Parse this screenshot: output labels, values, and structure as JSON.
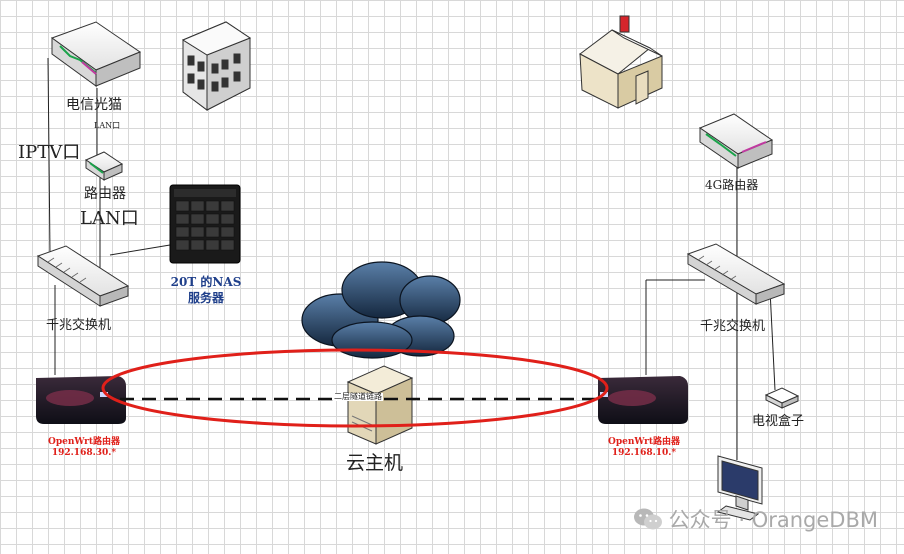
{
  "labels": {
    "modem": "电信光猫",
    "lan_small": "LAN口",
    "iptv_port": "IPTV口",
    "router_left": "路由器",
    "lan_port": "LAN口",
    "nas_line1": "20T 的NAS",
    "nas_line2": "服务器",
    "switch_left": "千兆交换机",
    "openwrt_left_name": "OpenWrt路由器",
    "openwrt_left_ip": "192.168.30.*",
    "cloud_host": "云主机",
    "tunnel": "二层隧道链路",
    "router_4g": "4G路由器",
    "switch_right": "千兆交换机",
    "openwrt_right_name": "OpenWrt路由器",
    "openwrt_right_ip": "192.168.10.*",
    "tv_box": "电视盒子"
  },
  "watermark": {
    "text": "公众号 · OrangeDBM",
    "icon": "wechat-icon"
  },
  "colors": {
    "ellipse": "#e0201a",
    "dashed_link": "#111111",
    "cloud": "#2d4a6b",
    "red_text": "#e0201a",
    "blue_text": "#1f3f8a"
  }
}
